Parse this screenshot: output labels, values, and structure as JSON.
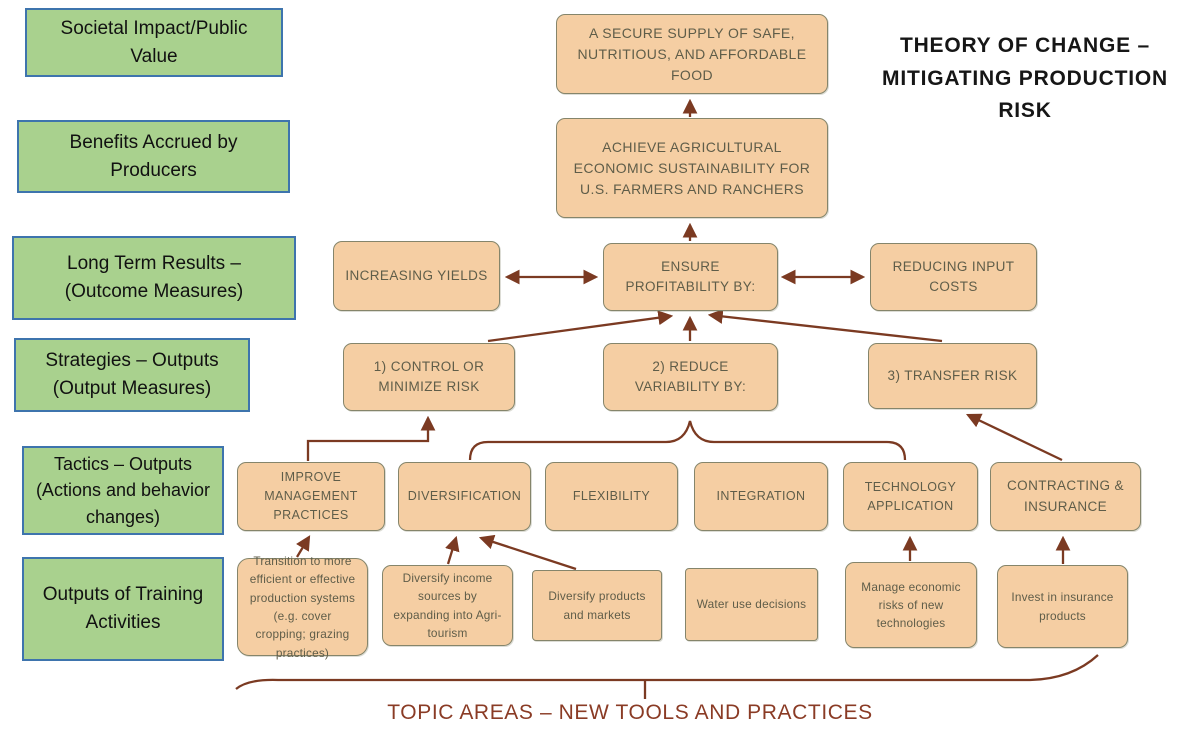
{
  "title": "THEORY OF CHANGE – MITIGATING PRODUCTION RISK",
  "levels": [
    {
      "label": "Societal Impact/Public Value"
    },
    {
      "label": "Benefits Accrued by Producers"
    },
    {
      "label": "Long Term Results – (Outcome Measures)"
    },
    {
      "label": "Strategies – Outputs (Output Measures)"
    },
    {
      "label": "Tactics – Outputs (Actions and behavior changes)"
    },
    {
      "label": "Outputs of Training Activities"
    }
  ],
  "goal": "A SECURE SUPPLY OF SAFE, NUTRITIOUS, AND AFFORDABLE FOOD",
  "mission": "ACHIEVE AGRICULTURAL ECONOMIC SUSTAINABILITY FOR U.S. FARMERS AND RANCHERS",
  "outcomes": [
    {
      "label": "INCREASING YIELDS"
    },
    {
      "label": "ENSURE PROFITABILITY BY:"
    },
    {
      "label": "REDUCING INPUT COSTS"
    }
  ],
  "strategies": [
    {
      "label": "1) CONTROL OR MINIMIZE RISK"
    },
    {
      "label": "2) REDUCE VARIABILITY BY:"
    },
    {
      "label": "3) TRANSFER RISK"
    }
  ],
  "tactics": [
    {
      "label": "IMPROVE MANAGEMENT PRACTICES"
    },
    {
      "label": "DIVERSIFICATION"
    },
    {
      "label": "FLEXIBILITY"
    },
    {
      "label": "INTEGRATION"
    },
    {
      "label": "TECHNOLOGY APPLICATION"
    },
    {
      "label": "CONTRACTING & INSURANCE"
    }
  ],
  "training_outputs": [
    {
      "label": "Transition to more efficient or effective production systems (e.g. cover cropping; grazing practices)"
    },
    {
      "label": "Diversify income sources by expanding into Agri-tourism"
    },
    {
      "label": "Diversify products and markets"
    },
    {
      "label": "Water use decisions"
    },
    {
      "label": "Manage economic risks of new technologies"
    },
    {
      "label": "Invest in insurance products"
    }
  ],
  "footer": "TOPIC AREAS – NEW TOOLS AND PRACTICES",
  "colors": {
    "green_fill": "#a9d18e",
    "green_border": "#3e74ad",
    "orange_fill": "#f5cea3",
    "orange_border": "#85856b",
    "orange_text": "#5f5d49",
    "arrow": "#7b3a22",
    "footer_text": "#8a3b25",
    "title_text": "#161616"
  }
}
